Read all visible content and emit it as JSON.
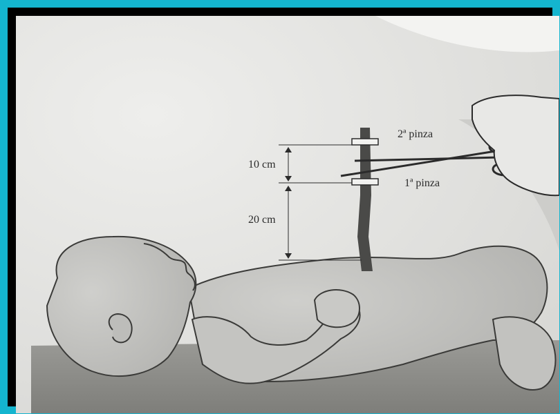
{
  "figure": {
    "labels": {
      "clamp_second": "2ª pinza",
      "clamp_first": "1ª pinza",
      "distance_upper": "10 cm",
      "distance_lower": "20 cm"
    },
    "colors": {
      "frame_border": "#14b5cf",
      "paper": "#e6e6e4",
      "ink": "#2b2b2b",
      "cord": "#4a4a48",
      "table": "#8a8a86"
    }
  }
}
